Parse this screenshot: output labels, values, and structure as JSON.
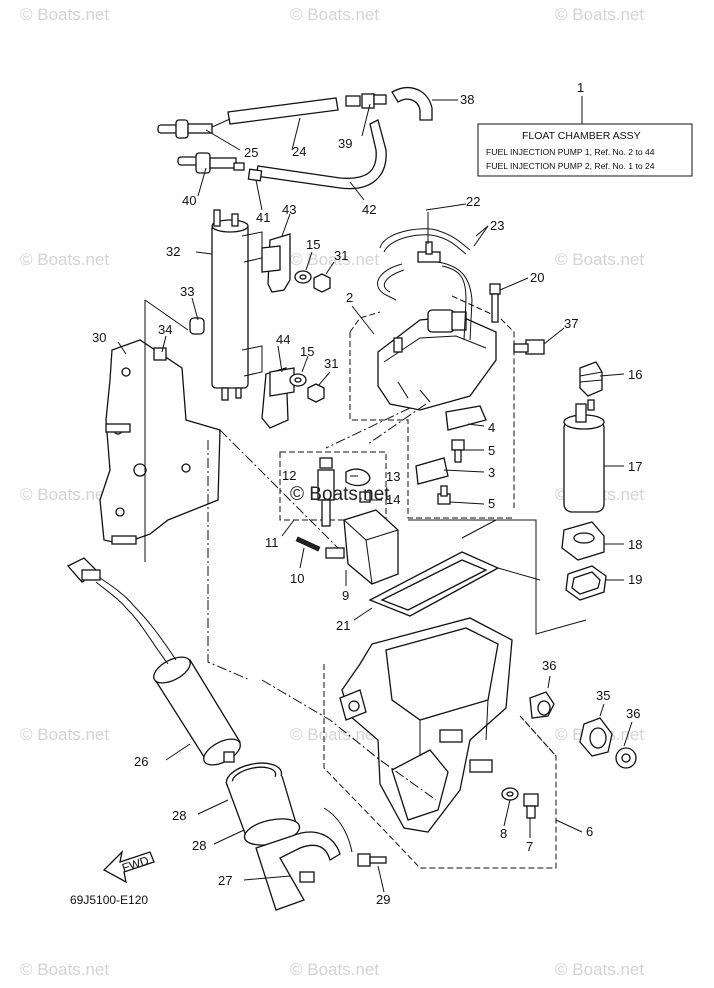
{
  "watermark": "© Boats.net",
  "center_watermark": "© Boats.net",
  "assembly": {
    "ref_number": "1",
    "title": "FLOAT CHAMBER ASSY",
    "line1": "FUEL INJECTION PUMP 1,  Ref. No. 2  to  44",
    "line2": "FUEL INJECTION PUMP 2,  Ref. No. 1  to  24"
  },
  "drawing_code": "69J5100-E120",
  "fwd_label": "FWD",
  "callouts": [
    "2",
    "3",
    "4",
    "5",
    "5",
    "6",
    "7",
    "8",
    "9",
    "10",
    "11",
    "12",
    "13",
    "14",
    "15",
    "15",
    "16",
    "17",
    "18",
    "19",
    "20",
    "21",
    "22",
    "23",
    "24",
    "25",
    "26",
    "27",
    "28",
    "28",
    "29",
    "30",
    "31",
    "31",
    "32",
    "33",
    "34",
    "35",
    "36",
    "36",
    "37",
    "38",
    "39",
    "40",
    "41",
    "42",
    "43",
    "44"
  ]
}
